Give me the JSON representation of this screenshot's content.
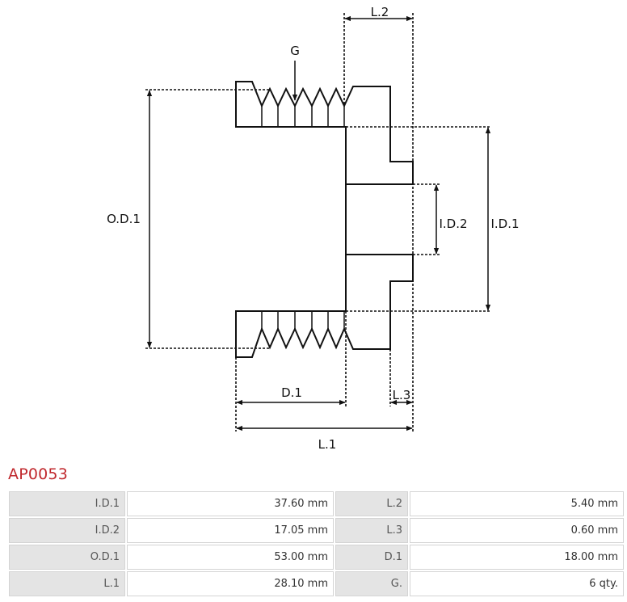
{
  "diagram": {
    "labels": {
      "groove": "G",
      "od1": "O.D.1",
      "id1": "I.D.1",
      "id2": "I.D.2",
      "l1": "L.1",
      "l2": "L.2",
      "l3": "L.3",
      "d1": "D.1"
    }
  },
  "part": {
    "code": "AP0053"
  },
  "specs": [
    {
      "label1": "I.D.1",
      "value1": "37.60 mm",
      "label2": "L.2",
      "value2": "5.40 mm"
    },
    {
      "label1": "I.D.2",
      "value1": "17.05 mm",
      "label2": "L.3",
      "value2": "0.60 mm"
    },
    {
      "label1": "O.D.1",
      "value1": "53.00 mm",
      "label2": "D.1",
      "value2": "18.00 mm"
    },
    {
      "label1": "L.1",
      "value1": "28.10 mm",
      "label2": "G.",
      "value2": "6 qty."
    }
  ]
}
